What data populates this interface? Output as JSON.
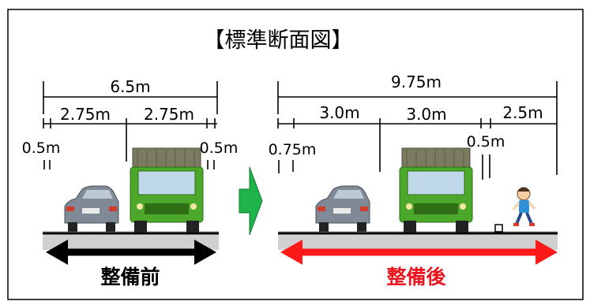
{
  "title": "【標準断面図】",
  "before": {
    "caption": "整備前",
    "total_width": "6.5m",
    "lane_left": "2.75m",
    "lane_right": "2.75m",
    "shoulder_left": "0.5m",
    "shoulder_right": "0.5m",
    "arrow_color": "#000000"
  },
  "after": {
    "caption": "整備後",
    "total_width": "9.75m",
    "lane_left": "3.0m",
    "lane_right": "3.0m",
    "sidewalk": "2.5m",
    "shoulder_left": "0.75m",
    "shoulder_right": "0.5m",
    "arrow_color": "#ff1a1a",
    "caption_color": "#e8141e"
  },
  "transition_arrow_color": "#1fb34b",
  "icons": [
    "sedan-car-icon",
    "dump-truck-icon",
    "pedestrian-child-icon"
  ]
}
